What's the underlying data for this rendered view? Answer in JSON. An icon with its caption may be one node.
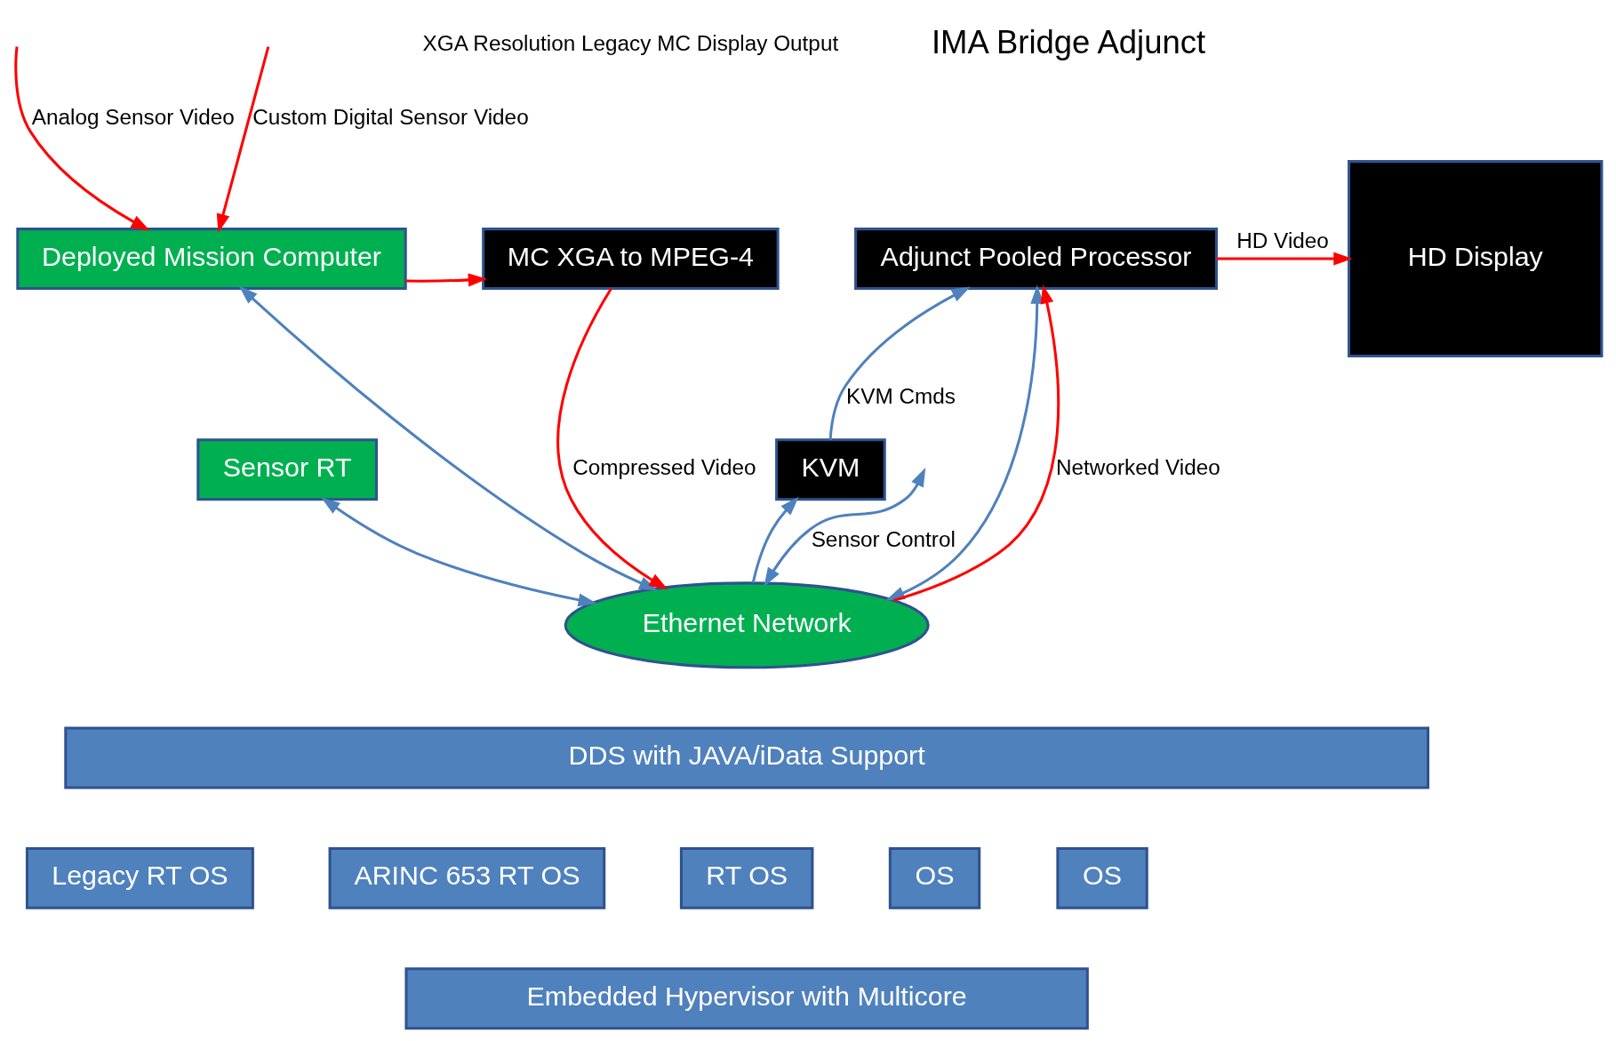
{
  "diagram": {
    "nodes": [
      {
        "text": [
          "Deployed Mission Computer"
        ]
      },
      {
        "text": [
          "MC XGA to MPEG-4"
        ]
      },
      {
        "text": [
          "Adjunct Pooled Processor"
        ]
      },
      {
        "text": [
          "HD Display"
        ]
      },
      {
        "text": [
          "Sensor RT"
        ]
      },
      {
        "text": [
          "KVM"
        ]
      },
      {
        "text": [
          "Ethernet Network"
        ]
      },
      {
        "text": [
          "DDS with JAVA/iData Support"
        ]
      },
      {
        "text": [
          "Legacy RT OS"
        ]
      },
      {
        "text": [
          "ARINC 653 RT OS"
        ]
      },
      {
        "text": [
          "RT OS"
        ]
      },
      {
        "text": [
          "OS"
        ]
      },
      {
        "text": [
          "OS"
        ]
      },
      {
        "text": [
          "Embedded Hypervisor with Multicore"
        ]
      }
    ],
    "edges": [
      {
        "from": null,
        "to": 0,
        "arrow": "to",
        "label": "Analog Sensor Video",
        "color": "#ff0000"
      },
      {
        "from": null,
        "to": 0,
        "arrow": "to",
        "label": "Custom Digital Sensor Video",
        "color": "#ff0000"
      },
      {
        "from": 0,
        "to": 1,
        "arrow": "to",
        "color": "#ff0000"
      },
      {
        "from": 1,
        "to": 6,
        "arrow": "to",
        "label": "Compressed Video",
        "color": "#ff0000"
      },
      {
        "from": 2,
        "to": 3,
        "arrow": "to",
        "label": "HD Video",
        "color": "#ff0000"
      },
      {
        "from": 0,
        "to": 6,
        "arrow": "both",
        "color": "#4f81bd"
      },
      {
        "from": 4,
        "to": 6,
        "arrow": "both",
        "color": "#4f81bd"
      },
      {
        "from": 6,
        "to": 5,
        "arrow": "to",
        "color": "#4f81bd"
      },
      {
        "from": 5,
        "to": 2,
        "arrow": "to",
        "label": "KVM Cmds",
        "color": "#4f81bd"
      },
      {
        "from": 6,
        "to": 2,
        "arrow": "both",
        "color": "#4f81bd"
      },
      {
        "from": 6,
        "to": 2,
        "arrow": "to",
        "label": "Networked Video",
        "color": "#ff0000"
      },
      {
        "from": null,
        "to": 6,
        "arrow": "both",
        "label": "Sensor Control",
        "color": "#4f81bd"
      }
    ],
    "labels": [
      "XGA Resolution Legacy MC Display Output",
      "IMA Bridge Adjunct"
    ]
  }
}
